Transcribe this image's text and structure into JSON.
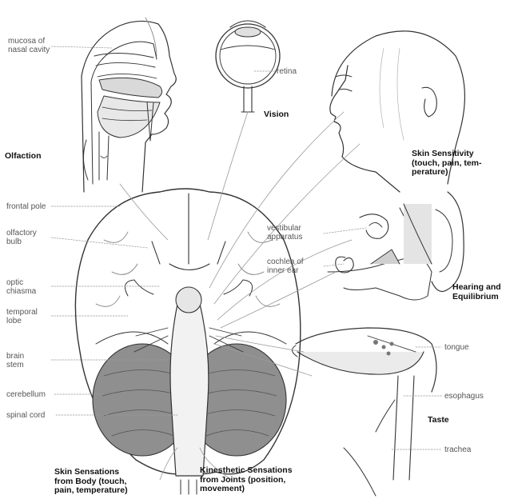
{
  "colors": {
    "ink": "#333333",
    "leader": "#9a9a9a",
    "shade": "#cfcfcf",
    "dark": "#555555"
  },
  "senses": {
    "olfaction": "Olfaction",
    "vision": "Vision",
    "skin_sensitivity": "Skin Sensitivity\n(touch, pain, tem-\nperature)",
    "hearing": "Hearing and\nEquilibrium",
    "taste": "Taste",
    "skin_body": "Skin Sensations\nfrom Body (touch,\npain, temperature)",
    "kinesthetic": "Kinesthetic Sensations\nfrom Joints (position,\nmovement)"
  },
  "labels": {
    "mucosa": "mucosa of\nnasal cavity",
    "retina": "retina",
    "frontal_pole": "frontal pole",
    "olfactory_bulb": "olfactory\nbulb",
    "optic_chiasma": "optic\nchiasma",
    "temporal_lobe": "temporal\nlobe",
    "brain_stem": "brain\nstem",
    "cerebellum": "cerebellum",
    "spinal_cord": "spinal cord",
    "vestibular": "vestibular\napparatus",
    "cochlea": "cochlea of\ninner ear",
    "tongue": "tongue",
    "esophagus": "esophagus",
    "trachea": "trachea"
  }
}
